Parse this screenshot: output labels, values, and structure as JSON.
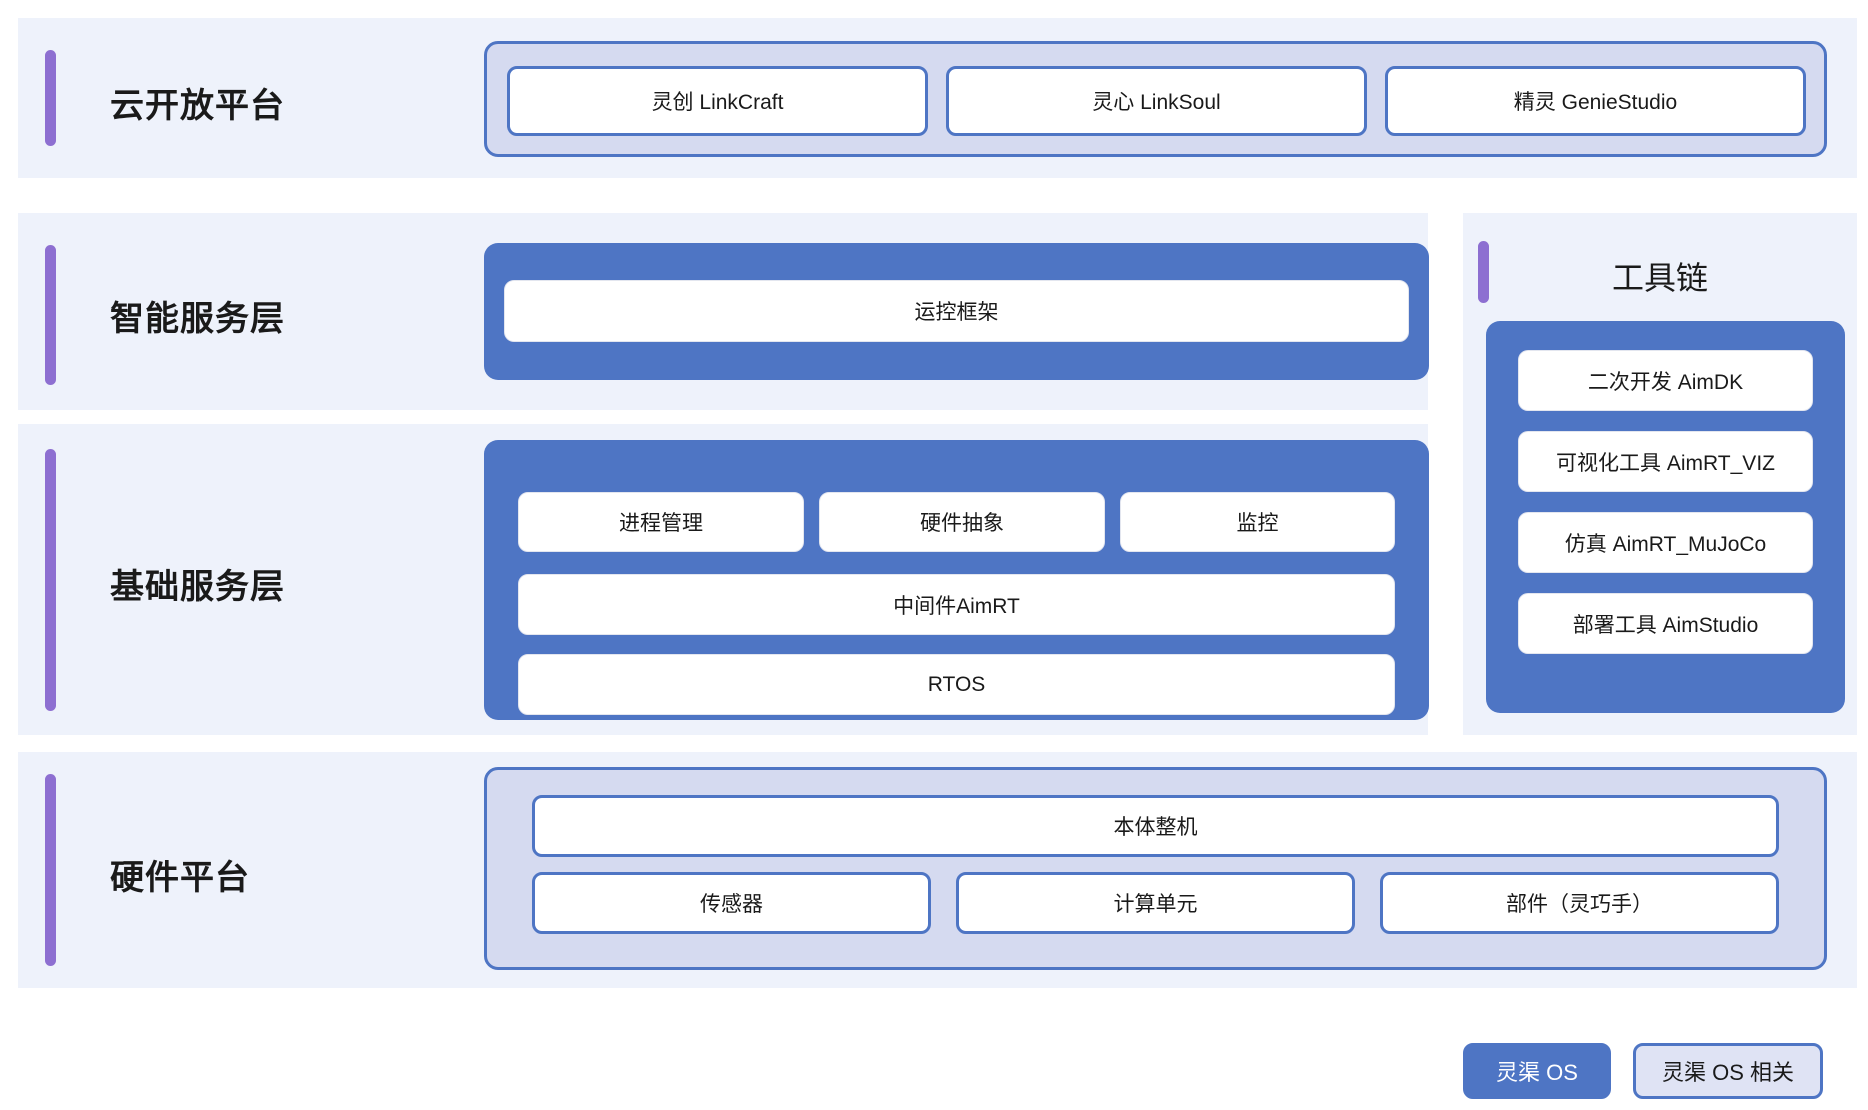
{
  "colors": {
    "page_background": "#ffffff",
    "row_background": "#eef2fb",
    "accent_purple": "#8d6fd1",
    "brand_blue": "#4e75c4",
    "lavender_fill": "#d5daf0",
    "chip_white": "#ffffff",
    "text": "#1a1a1a"
  },
  "layers": [
    {
      "id": "cloud-open-platform",
      "title": "云开放平台",
      "container_style": "lavender",
      "items": [
        "灵创 LinkCraft",
        "灵心 LinkSoul",
        "精灵 GenieStudio"
      ]
    },
    {
      "id": "intelligent-service-layer",
      "title": "智能服务层",
      "container_style": "blue",
      "items": [
        "运控框架"
      ]
    },
    {
      "id": "basic-service-layer",
      "title": "基础服务层",
      "container_style": "blue",
      "row1": [
        "进程管理",
        "硬件抽象",
        "监控"
      ],
      "row2": "中间件AimRT",
      "row3": "RTOS"
    },
    {
      "id": "hardware-platform",
      "title": "硬件平台",
      "container_style": "lavender",
      "row1": "本体整机",
      "row2": [
        "传感器",
        "计算单元",
        "部件（灵巧手）"
      ]
    }
  ],
  "toolchain": {
    "title": "工具链",
    "items": [
      "二次开发 AimDK",
      "可视化工具 AimRT_VIZ",
      "仿真 AimRT_MuJoCo",
      "部署工具 AimStudio"
    ]
  },
  "legend": {
    "items": [
      {
        "label": "灵渠 OS",
        "style": "solid"
      },
      {
        "label": "灵渠 OS 相关",
        "style": "outline"
      }
    ]
  }
}
